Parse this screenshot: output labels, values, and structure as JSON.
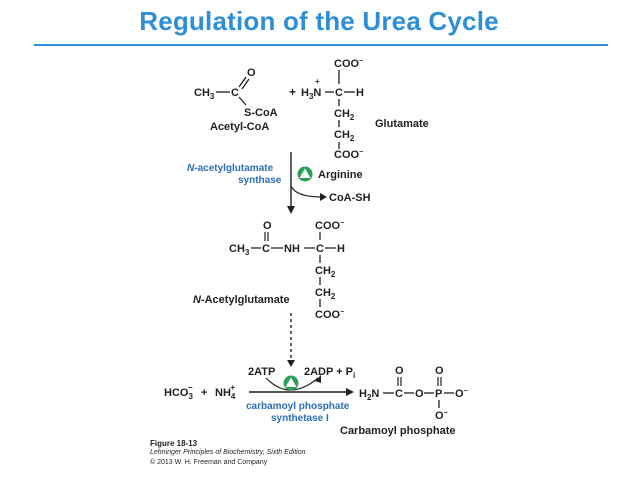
{
  "header": {
    "title": "Regulation of the Urea Cycle"
  },
  "diagram": {
    "acetyl_coa": {
      "ch3": "CH",
      "sub3": "3",
      "c": "C",
      "o": "O",
      "scoa": "S-CoA",
      "label": "Acetyl-CoA"
    },
    "plus": "+",
    "glutamate": {
      "h3n": "H",
      "sub3": "3",
      "n": "N",
      "charge": "+",
      "c": "C",
      "h": "H",
      "coo": "COO",
      "minus": "−",
      "ch2": "CH",
      "sub2": "2",
      "label": "Glutamate"
    },
    "enzyme1": {
      "italic": "N",
      "line1": "-acetylglutamate",
      "line2": "synthase"
    },
    "activator": "Arginine",
    "coash": "CoA-SH",
    "nag": {
      "label_italic": "N",
      "label_rest": "-Acetylglutamate",
      "ch3": "CH",
      "sub3": "3",
      "c": "C",
      "nh": "NH",
      "h": "H",
      "o": "O",
      "coo": "COO",
      "ch2": "CH",
      "sub2": "2"
    },
    "reactants": {
      "hco3": "HCO",
      "hco3_sub": "3",
      "hco3_sup": "−",
      "nh4": "NH",
      "nh4_sub": "4",
      "nh4_sup": "+"
    },
    "cofactors": {
      "atp": "2ATP",
      "adp": "2ADP + P",
      "pi_sub": "i"
    },
    "enzyme2": {
      "line1": "carbamoyl phosphate",
      "line2": "synthetase I"
    },
    "carbamoyl": {
      "h2n": "H",
      "sub2": "2",
      "n": "N",
      "c": "C",
      "o": "O",
      "p": "P",
      "minus": "−",
      "label": "Carbamoyl phosphate"
    }
  },
  "caption": {
    "figure": "Figure 18-13",
    "book": "Lehninger Principles of Biochemistry, Sixth Edition",
    "copyright": "© 2013 W. H. Freeman and Company"
  },
  "colors": {
    "title": "#2e8fd6",
    "enzyme": "#2b6fb6",
    "activator": "#2aa05a"
  }
}
